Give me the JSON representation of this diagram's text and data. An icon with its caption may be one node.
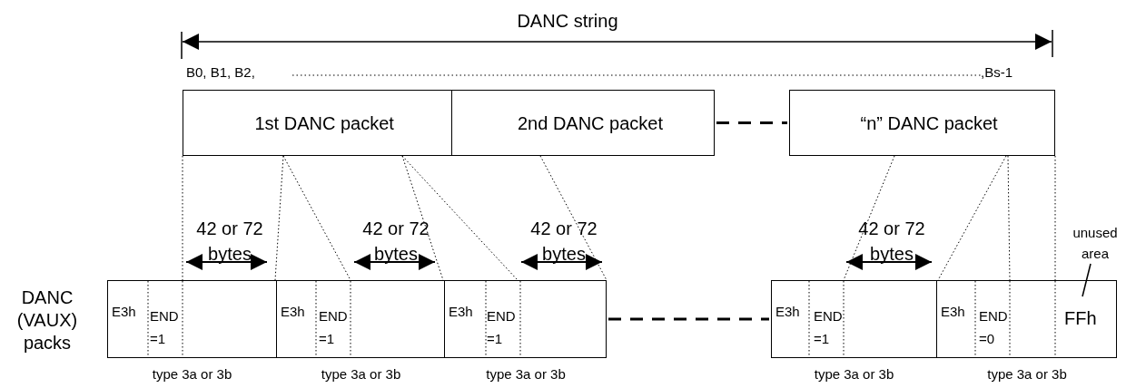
{
  "diagram": {
    "nodes": [
      {
        "text": [
          "1st DANC packet"
        ]
      },
      {
        "text": [
          "2nd DANC packet"
        ]
      },
      {
        "text": [
          "“n” DANC packet"
        ]
      },
      {
        "text": [
          "E3h",
          "END =1"
        ],
        "beside": [
          "type 3a or 3b"
        ]
      },
      {
        "text": [
          "E3h",
          "END =1"
        ],
        "beside": [
          "type 3a or 3b"
        ]
      },
      {
        "text": [
          "E3h",
          "END =1"
        ],
        "beside": [
          "type 3a or 3b"
        ]
      },
      {
        "text": [
          "E3h",
          "END =1"
        ],
        "beside": [
          "type 3a or 3b"
        ]
      },
      {
        "text": [
          "E3h",
          "END =0"
        ],
        "beside": [
          "type 3a or 3b"
        ]
      },
      {
        "text": [
          "unused area"
        ]
      },
      {
        "text": [
          "FFh"
        ],
        "in": 7
      }
    ],
    "edges": [
      {
        "from": 0,
        "to": 3,
        "arrow": "none",
        "style": "dashed"
      },
      {
        "from": 0,
        "to": 3,
        "arrow": "none",
        "style": "dashed"
      },
      {
        "from": 0,
        "to": 4,
        "arrow": "none",
        "style": "dashed"
      },
      {
        "from": 0,
        "to": 4,
        "arrow": "none",
        "style": "dashed"
      },
      {
        "from": 0,
        "to": 5,
        "arrow": "none",
        "style": "dashed"
      },
      {
        "from": 1,
        "to": 5,
        "arrow": "none",
        "style": "dashed"
      },
      {
        "from": 2,
        "to": 6,
        "arrow": "none",
        "style": "dashed"
      },
      {
        "from": 2,
        "to": 7,
        "arrow": "none",
        "style": "dashed"
      },
      {
        "from": 2,
        "to": 7,
        "arrow": "none",
        "style": "dashed"
      },
      {
        "from": 2,
        "to": 7,
        "arrow": "none",
        "style": "dashed"
      },
      {
        "from": 1,
        "to": 2,
        "arrow": "none",
        "style": "dashed"
      },
      {
        "from": 5,
        "to": 6,
        "arrow": "none",
        "style": "dashed"
      },
      {
        "from": 8,
        "to": 9,
        "arrow": "none"
      }
    ],
    "labels": [
      "DANC string",
      "B0, B1, B2,",
      ",Bs-1",
      "42 or 72 bytes",
      "42 or 72 bytes",
      "42 or 72 bytes",
      "42 or 72 bytes",
      "DANC (VAUX) packs"
    ]
  }
}
